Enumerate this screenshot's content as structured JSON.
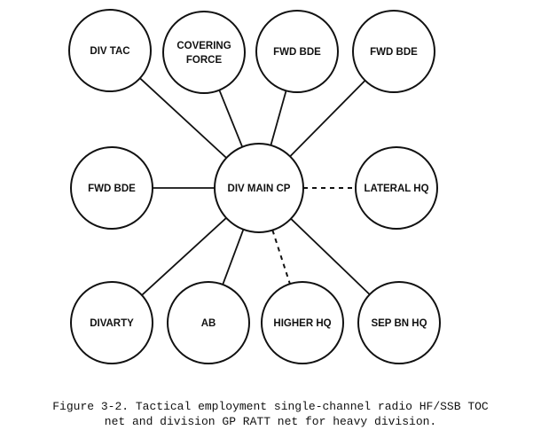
{
  "nodes": [
    {
      "id": "div-main-cp",
      "lines": [
        "DIV MAIN CP"
      ]
    },
    {
      "id": "div-tac",
      "lines": [
        "DIV TAC"
      ]
    },
    {
      "id": "covering-force",
      "lines": [
        "COVERING",
        "FORCE"
      ]
    },
    {
      "id": "fwd-bde-top-1",
      "lines": [
        "FWD BDE"
      ]
    },
    {
      "id": "fwd-bde-top-2",
      "lines": [
        "FWD BDE"
      ]
    },
    {
      "id": "fwd-bde-left",
      "lines": [
        "FWD BDE"
      ]
    },
    {
      "id": "lateral-hq",
      "lines": [
        "LATERAL HQ"
      ]
    },
    {
      "id": "divarty",
      "lines": [
        "DIVARTY"
      ]
    },
    {
      "id": "ab",
      "lines": [
        "AB"
      ]
    },
    {
      "id": "higher-hq",
      "lines": [
        "HIGHER HQ"
      ]
    },
    {
      "id": "sep-bn-hq",
      "lines": [
        "SEP BN HQ"
      ]
    }
  ],
  "links": [
    {
      "from": "div-main-cp",
      "to": "div-tac",
      "style": "solid"
    },
    {
      "from": "div-main-cp",
      "to": "covering-force",
      "style": "solid"
    },
    {
      "from": "div-main-cp",
      "to": "fwd-bde-top-1",
      "style": "solid"
    },
    {
      "from": "div-main-cp",
      "to": "fwd-bde-top-2",
      "style": "solid"
    },
    {
      "from": "div-main-cp",
      "to": "fwd-bde-left",
      "style": "solid"
    },
    {
      "from": "div-main-cp",
      "to": "lateral-hq",
      "style": "dashed"
    },
    {
      "from": "div-main-cp",
      "to": "divarty",
      "style": "solid"
    },
    {
      "from": "div-main-cp",
      "to": "ab",
      "style": "solid"
    },
    {
      "from": "div-main-cp",
      "to": "higher-hq",
      "style": "dashed"
    },
    {
      "from": "div-main-cp",
      "to": "sep-bn-hq",
      "style": "solid"
    }
  ],
  "caption": {
    "line1": "Figure 3-2. Tactical employment single-channel radio HF/SSB TOC",
    "line2": "net and division GP RATT net for heavy division."
  }
}
